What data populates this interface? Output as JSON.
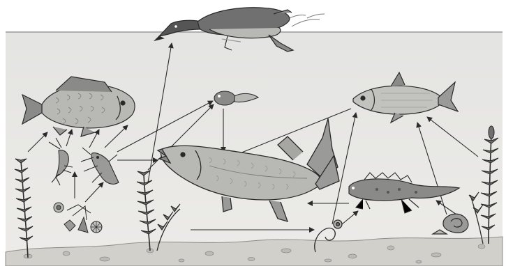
{
  "diagram": {
    "organisms": [
      {
        "id": "duck",
        "icon": "duck-icon"
      },
      {
        "id": "carp",
        "icon": "carp-fish-icon"
      },
      {
        "id": "tadpole",
        "icon": "tadpole-icon"
      },
      {
        "id": "roach",
        "icon": "roach-fish-icon"
      },
      {
        "id": "pike",
        "icon": "pike-fish-icon"
      },
      {
        "id": "newt",
        "icon": "newt-icon"
      },
      {
        "id": "shrimp",
        "icon": "freshwater-shrimp-icon"
      },
      {
        "id": "water-beetle",
        "icon": "water-beetle-larva-icon"
      },
      {
        "id": "algae",
        "icon": "microscopic-algae-icon"
      },
      {
        "id": "worm",
        "icon": "tubifex-worm-icon"
      },
      {
        "id": "snail",
        "icon": "pond-snail-icon"
      },
      {
        "id": "plant-left",
        "icon": "water-plant-icon"
      },
      {
        "id": "plant-middle",
        "icon": "water-plant-icon"
      },
      {
        "id": "plant-right",
        "icon": "water-plant-icon"
      }
    ],
    "feeding_links": [
      {
        "from": "plant-left",
        "to": "carp"
      },
      {
        "from": "shrimp",
        "to": "carp"
      },
      {
        "from": "water-beetle",
        "to": "carp"
      },
      {
        "from": "algae",
        "to": "shrimp"
      },
      {
        "from": "algae",
        "to": "water-beetle"
      },
      {
        "from": "water-beetle",
        "to": "tadpole"
      },
      {
        "from": "water-beetle",
        "to": "pike"
      },
      {
        "from": "pike",
        "to": "duck"
      },
      {
        "from": "plant-middle",
        "to": "tadpole"
      },
      {
        "from": "tadpole",
        "to": "pike"
      },
      {
        "from": "roach",
        "to": "pike"
      },
      {
        "from": "newt",
        "to": "pike"
      },
      {
        "from": "worm",
        "to": "roach"
      },
      {
        "from": "worm",
        "to": "newt"
      },
      {
        "from": "plant-middle",
        "to": "worm"
      },
      {
        "from": "snail",
        "to": "roach"
      },
      {
        "from": "snail",
        "to": "newt"
      },
      {
        "from": "plant-right",
        "to": "roach"
      }
    ],
    "colors": {
      "water": "#e9e9e7",
      "sand": "#d2d0cb",
      "ink": "#2a2a2a",
      "body": "#b8b8b4",
      "dark": "#707070"
    }
  }
}
